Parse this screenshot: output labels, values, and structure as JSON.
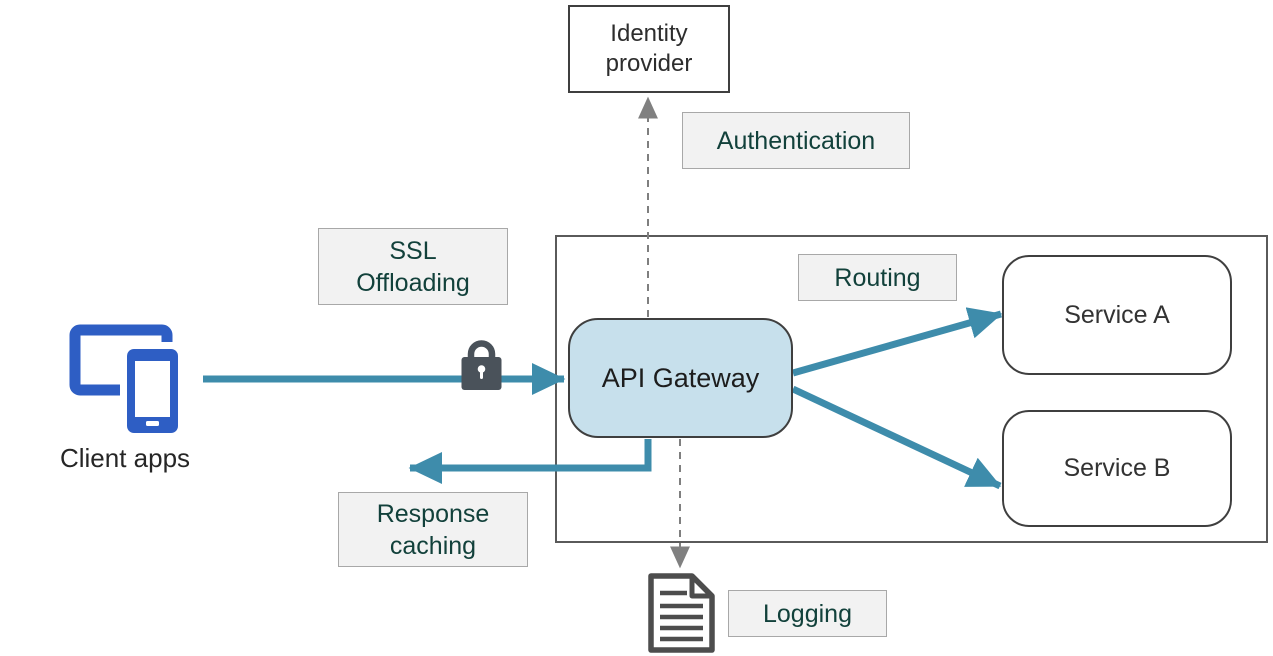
{
  "diagram": {
    "nodes": {
      "identity_provider": "Identity\nprovider",
      "api_gateway": "API Gateway",
      "service_a": "Service A",
      "service_b": "Service B",
      "client_apps": "Client apps"
    },
    "feature_labels": {
      "authentication": "Authentication",
      "ssl_offloading": "SSL\nOffloading",
      "routing": "Routing",
      "response_caching": "Response\ncaching",
      "logging": "Logging"
    },
    "icons": {
      "client_devices": "client-devices-icon",
      "ssl_lock": "ssl-lock-icon",
      "log_document": "log-document-icon"
    },
    "colors": {
      "arrow_teal": "#3e8cab",
      "client_blue": "#2e5ec4",
      "gateway_fill": "#c7e0ec",
      "label_background": "#f2f2f2",
      "label_border": "#a8a8a8",
      "label_text": "#12413b",
      "node_border": "#3f3f3f",
      "container_border": "#5a5a5a",
      "dashed_gray": "#7f7f7f",
      "icon_gray": "#4d4d4d",
      "lock_gray": "#4a525a"
    }
  }
}
